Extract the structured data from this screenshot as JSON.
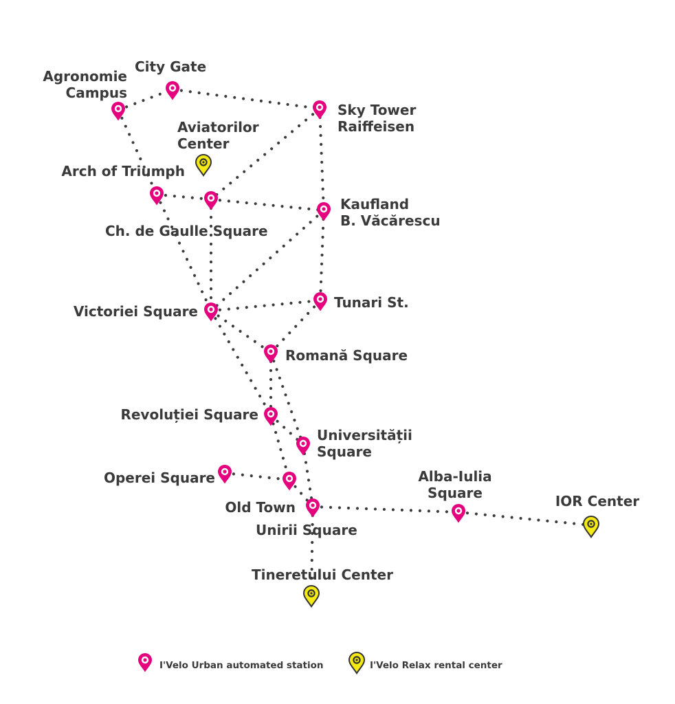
{
  "colors": {
    "urban": "#e5007e",
    "relax": "#f5ea14",
    "outline": "#333333",
    "text": "#3a3a3a",
    "route": "#3c3c3c"
  },
  "stations": [
    {
      "id": "agronomie",
      "name": [
        "Agronomie",
        "Campus"
      ],
      "type": "urban"
    },
    {
      "id": "citygate",
      "name": [
        "City Gate"
      ],
      "type": "urban"
    },
    {
      "id": "skytower",
      "name": [
        "Sky Tower",
        "Raiffeisen"
      ],
      "type": "urban"
    },
    {
      "id": "aviatorilor",
      "name": [
        "Aviatorilor",
        "Center"
      ],
      "type": "relax"
    },
    {
      "id": "arch",
      "name": [
        "Arch of Triumph"
      ],
      "type": "urban"
    },
    {
      "id": "degaulle",
      "name": [
        "Ch. de Gaulle Square"
      ],
      "type": "urban"
    },
    {
      "id": "kaufland",
      "name": [
        "Kaufland",
        "B. Văcărescu"
      ],
      "type": "urban"
    },
    {
      "id": "victoriei",
      "name": [
        "Victoriei Square"
      ],
      "type": "urban"
    },
    {
      "id": "tunari",
      "name": [
        "Tunari St."
      ],
      "type": "urban"
    },
    {
      "id": "romana",
      "name": [
        "Romană Square"
      ],
      "type": "urban"
    },
    {
      "id": "revolutiei",
      "name": [
        "Revoluției Square"
      ],
      "type": "urban"
    },
    {
      "id": "universitatii",
      "name": [
        "Universității",
        "Square"
      ],
      "type": "urban"
    },
    {
      "id": "operei",
      "name": [
        "Operei Square"
      ],
      "type": "urban"
    },
    {
      "id": "oldtown",
      "name": [
        "Old Town"
      ],
      "type": "urban"
    },
    {
      "id": "unirii",
      "name": [
        "Unirii Square"
      ],
      "type": "urban"
    },
    {
      "id": "albaiulia",
      "name": [
        "Alba-Iulia",
        "Square"
      ],
      "type": "urban"
    },
    {
      "id": "ior",
      "name": [
        "IOR Center"
      ],
      "type": "relax"
    },
    {
      "id": "tineretului",
      "name": [
        "Tineretului Center"
      ],
      "type": "relax"
    }
  ],
  "routes": [
    [
      "agronomie",
      "citygate"
    ],
    [
      "citygate",
      "skytower"
    ],
    [
      "agronomie",
      "arch"
    ],
    [
      "skytower",
      "kaufland"
    ],
    [
      "skytower",
      "degaulle"
    ],
    [
      "arch",
      "degaulle"
    ],
    [
      "degaulle",
      "kaufland"
    ],
    [
      "arch",
      "victoriei"
    ],
    [
      "degaulle",
      "victoriei"
    ],
    [
      "kaufland",
      "victoriei"
    ],
    [
      "kaufland",
      "tunari"
    ],
    [
      "victoriei",
      "tunari"
    ],
    [
      "tunari",
      "romana"
    ],
    [
      "victoriei",
      "romana"
    ],
    [
      "victoriei",
      "revolutiei"
    ],
    [
      "romana",
      "revolutiei"
    ],
    [
      "romana",
      "universitatii"
    ],
    [
      "revolutiei",
      "oldtown"
    ],
    [
      "revolutiei",
      "universitatii"
    ],
    [
      "universitatii",
      "unirii"
    ],
    [
      "operei",
      "oldtown"
    ],
    [
      "oldtown",
      "unirii"
    ],
    [
      "unirii",
      "albaiulia"
    ],
    [
      "albaiulia",
      "ior"
    ],
    [
      "unirii",
      "tineretului"
    ]
  ],
  "legend": {
    "urban_label": "I'Velo Urban automated station",
    "relax_label": "I'Velo Relax rental center"
  }
}
